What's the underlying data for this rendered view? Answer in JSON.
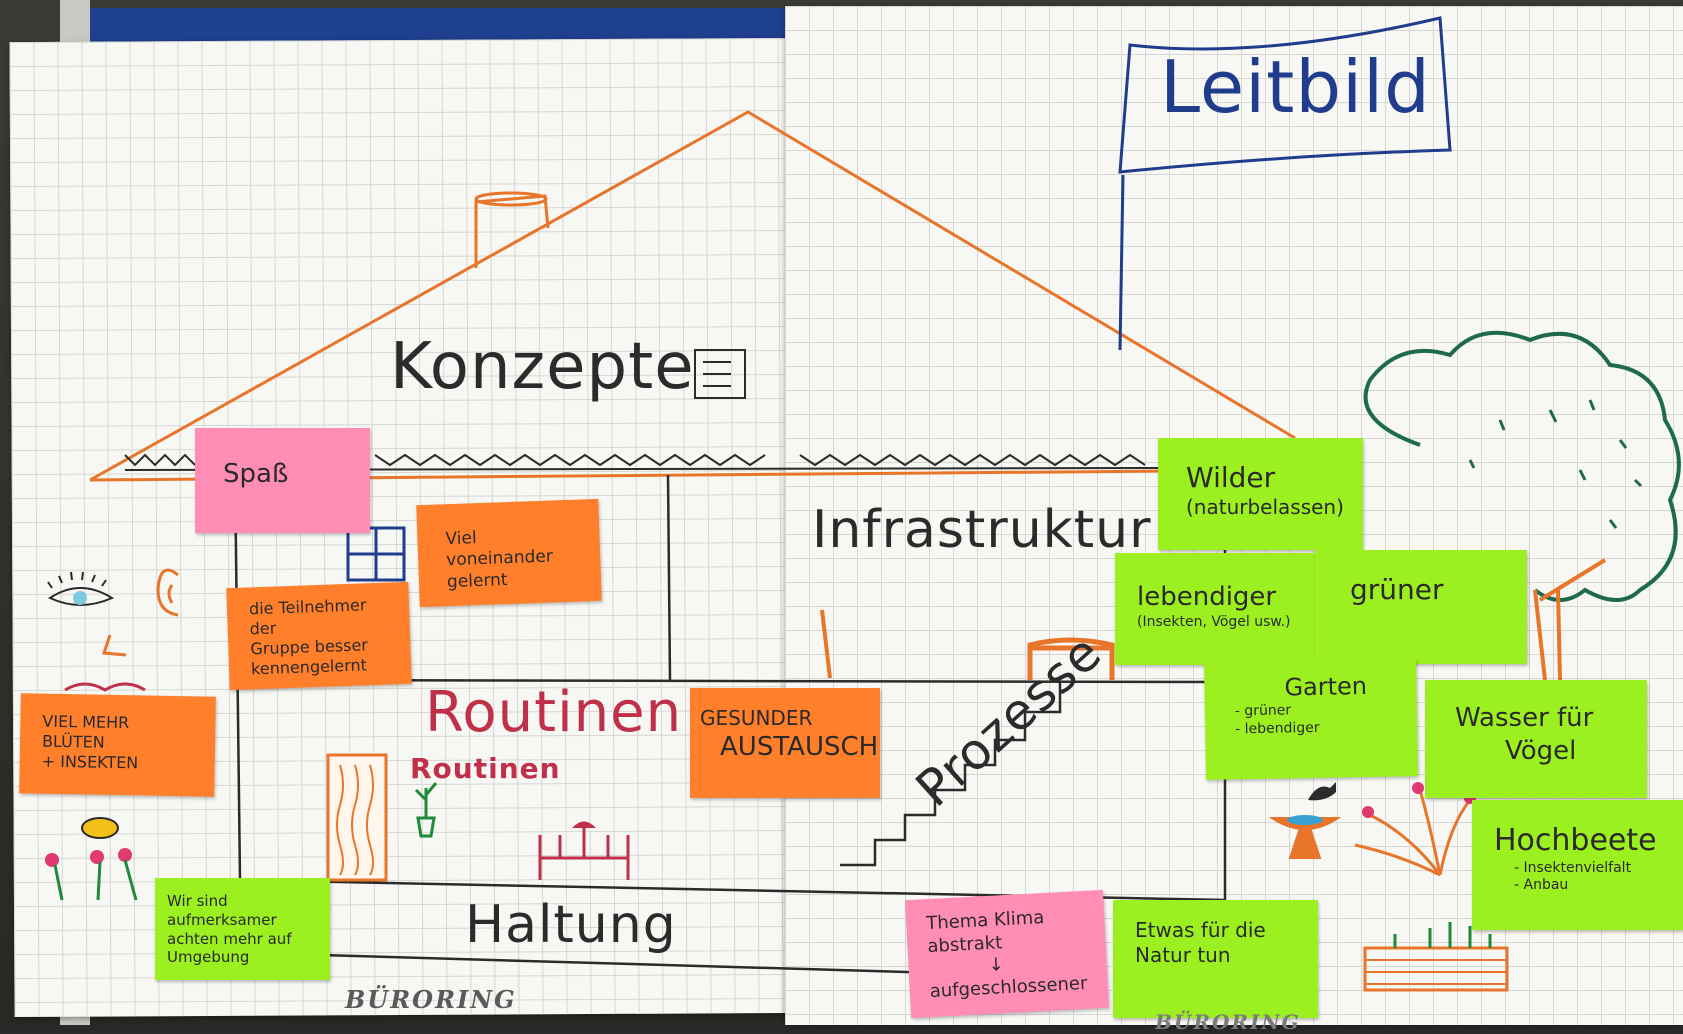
{
  "headings": {
    "leitbild": "Leitbild",
    "konzepte": "Konzepte",
    "infrastruktur": "Infrastruktur",
    "routinen": "Routinen",
    "routinen_small": "Routinen",
    "prozesse": "Prozesse",
    "haltung": "Haltung"
  },
  "notes": {
    "spass": [
      "Spaß"
    ],
    "viel_voneinander": [
      "Viel voneinander",
      "gelernt"
    ],
    "teilnehmer": [
      "die Teilnehmer der",
      "Gruppe besser",
      "kennengelernt"
    ],
    "bluten": [
      "VIEL MEHR BLÜTEN",
      "+ INSEKTEN"
    ],
    "austausch": [
      "GESUNDER",
      "AUSTAUSCH"
    ],
    "aufmerksamer": [
      "Wir sind aufmerksamer",
      "achten mehr auf",
      "Umgebung"
    ],
    "klima": [
      "Thema Klima",
      "abstrakt",
      "↓",
      "aufgeschlossener"
    ],
    "natur": [
      "Etwas für die",
      "Natur tun"
    ],
    "wilder": [
      "Wilder",
      "(naturbelassen)"
    ],
    "lebendiger": [
      "lebendiger",
      "(Insekten, Vögel usw.)"
    ],
    "gruener": [
      "grüner"
    ],
    "garten": [
      "Garten",
      "- grüner",
      "- lebendiger"
    ],
    "wasser": [
      "Wasser für",
      "Vögel"
    ],
    "hochbeete": [
      "Hochbeete",
      "- Insektenvielfalt",
      "- Anbau"
    ]
  },
  "brand": {
    "left": "BÜRORING",
    "right": "BÜRORING"
  },
  "colors": {
    "roof": "#e8752a",
    "ink": "#2b2b2b",
    "flag": "#1f3d8c",
    "tree": "#1e6a4a",
    "routinen": "#c0304a",
    "note_pink": "#ff8db5",
    "note_orange": "#ff7f2a",
    "note_green": "#9cf01f"
  }
}
